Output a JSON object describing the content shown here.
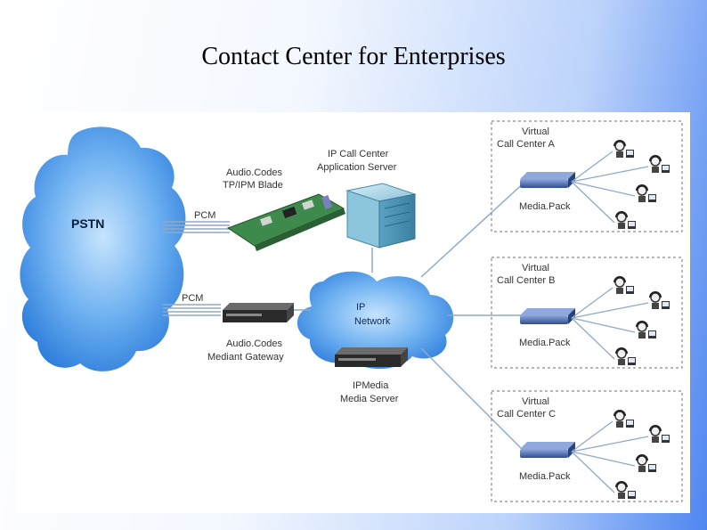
{
  "slide": {
    "title": "Contact Center for Enterprises"
  },
  "diagram": {
    "pstn": "PSTN",
    "ip_network": [
      "IP",
      "Network"
    ],
    "blade": [
      "Audio.Codes",
      "TP/IPM Blade"
    ],
    "app_server": [
      "IP Call Center",
      "Application Server"
    ],
    "gateway": [
      "Audio.Codes",
      "Mediant Gateway"
    ],
    "media_server": [
      "IPMedia",
      "Media Server"
    ],
    "pcm_top": "PCM",
    "pcm_bottom": "PCM",
    "centers": [
      {
        "name": [
          "Virtual",
          "Call Center A"
        ],
        "device": "Media.Pack"
      },
      {
        "name": [
          "Virtual",
          "Call Center B"
        ],
        "device": "Media.Pack"
      },
      {
        "name": [
          "Virtual",
          "Call Center C"
        ],
        "device": "Media.Pack"
      }
    ]
  },
  "colors": {
    "cloud": "#3d8ee6",
    "cloud_light": "#a7d3fb",
    "device_blue": "#3b5fa8",
    "line": "#7a9bc4",
    "dashed": "#8a8a8a"
  },
  "icons": [
    "agent-headset-icon",
    "server-icon",
    "gateway-icon",
    "blade-card-icon"
  ]
}
